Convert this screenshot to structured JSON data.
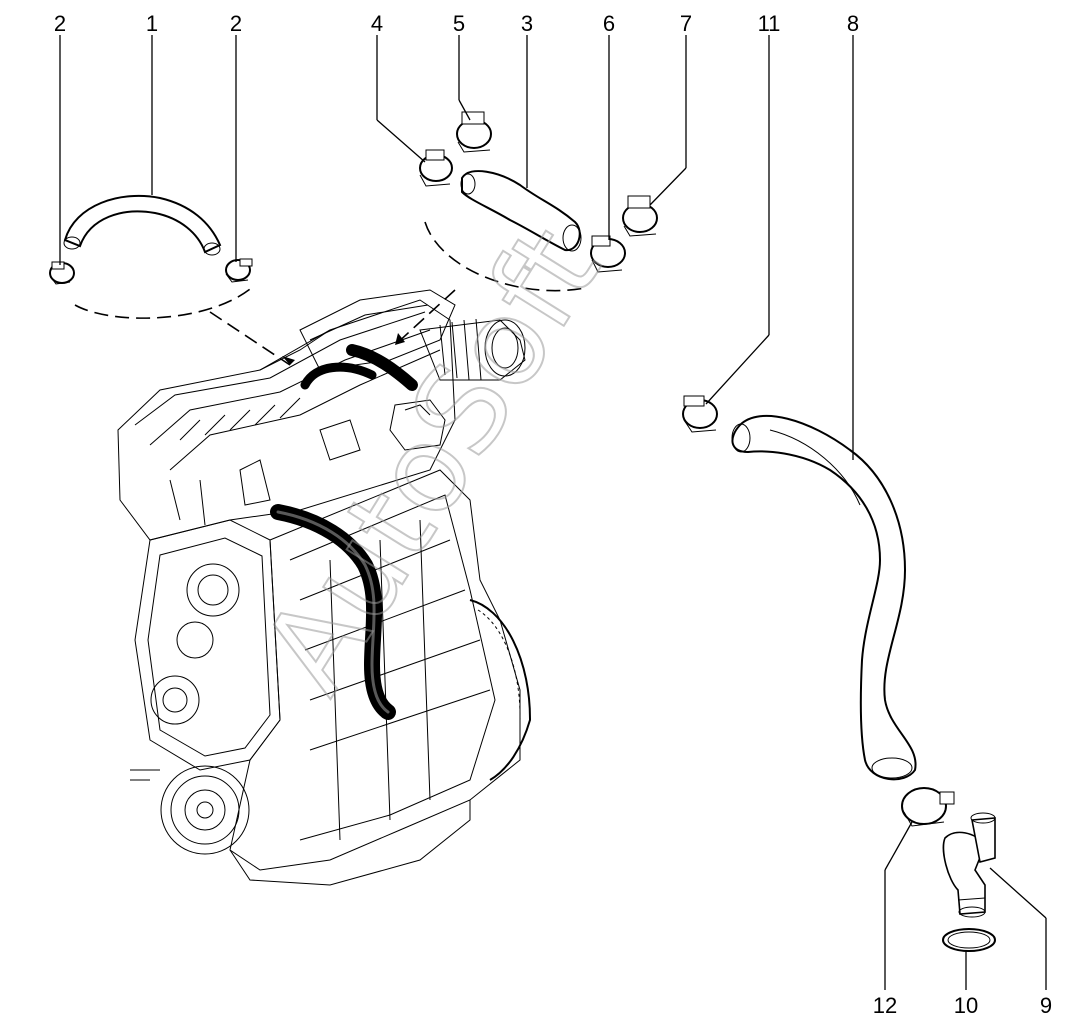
{
  "diagram": {
    "callouts": [
      {
        "id": "c1",
        "label": "1"
      },
      {
        "id": "c2a",
        "label": "2"
      },
      {
        "id": "c2b",
        "label": "2"
      },
      {
        "id": "c3",
        "label": "3"
      },
      {
        "id": "c4",
        "label": "4"
      },
      {
        "id": "c5",
        "label": "5"
      },
      {
        "id": "c6",
        "label": "6"
      },
      {
        "id": "c7",
        "label": "7"
      },
      {
        "id": "c8",
        "label": "8"
      },
      {
        "id": "c9",
        "label": "9"
      },
      {
        "id": "c10",
        "label": "10"
      },
      {
        "id": "c11",
        "label": "11"
      },
      {
        "id": "c12",
        "label": "12"
      }
    ],
    "watermark": "AutoSoft"
  }
}
